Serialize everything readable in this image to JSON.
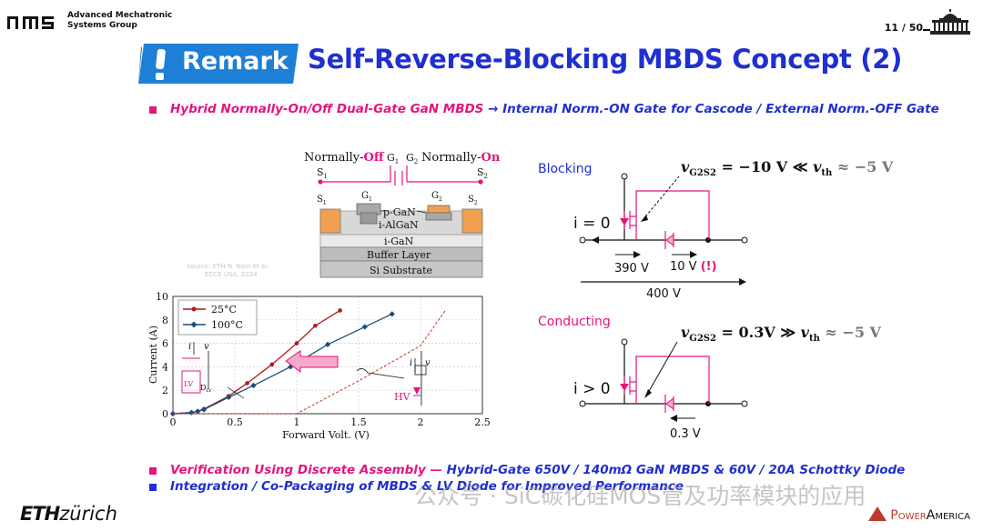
{
  "header": {
    "lab_line1": "Advanced Mechatronic",
    "lab_line2": "Systems Group",
    "page_number": "11 / 50"
  },
  "title": {
    "badge": "Remark",
    "text": "Self-Reverse-Blocking MBDS Concept (2)"
  },
  "subtitle": {
    "part1": "Hybrid Normally-On/Off Dual-Gate GaN MBDS",
    "arrow": "→",
    "part2": "Internal Norm.-ON Gate for Cascode / External Norm.-OFF Gate"
  },
  "cross_section": {
    "normally": "Normally-",
    "off": "Off",
    "on": "On",
    "g1": "G",
    "g1_sub": "1",
    "g2": "G",
    "g2_sub": "2",
    "s1": "S",
    "s1_sub": "1",
    "s2": "S",
    "s2_sub": "2",
    "pgan": "p-GaN",
    "ialgan": "i-AlGaN",
    "igan": "i-GaN",
    "buffer": "Buffer Layer",
    "substrate": "Si Substrate",
    "source_line1": "Source: ETH  N. Nain et al.",
    "source_line2": "ECCE USA, 2024"
  },
  "chart_data": {
    "type": "line",
    "xlabel": "Forward Volt. (V)",
    "ylabel": "Current (A)",
    "xlim": [
      0,
      2.5
    ],
    "ylim": [
      0,
      10
    ],
    "xticks": [
      "0",
      "0.5",
      "1",
      "1.5",
      "2",
      "2.5"
    ],
    "yticks": [
      "0",
      "2",
      "4",
      "6",
      "8",
      "10"
    ],
    "legend": "top-left",
    "series": [
      {
        "name": "25°C",
        "color": "#b01a1a",
        "marker": "circle",
        "x": [
          0.0,
          0.15,
          0.2,
          0.25,
          0.45,
          0.6,
          0.8,
          1.0,
          1.15,
          1.35
        ],
        "y": [
          0.0,
          0.1,
          0.2,
          0.4,
          1.5,
          2.6,
          4.2,
          6.0,
          7.5,
          8.8
        ]
      },
      {
        "name": "100°C",
        "color": "#1c4e7a",
        "marker": "diamond",
        "x": [
          0.0,
          0.15,
          0.2,
          0.25,
          0.45,
          0.65,
          0.95,
          1.25,
          1.55,
          1.77
        ],
        "y": [
          0.0,
          0.1,
          0.2,
          0.35,
          1.4,
          2.4,
          4.0,
          5.9,
          7.4,
          8.5
        ]
      },
      {
        "name": "",
        "color": "#c0392b",
        "dashed": true,
        "x": [
          0.0,
          1.0,
          1.5,
          2.0,
          2.2
        ],
        "y": [
          0.0,
          0.0,
          2.8,
          5.8,
          8.8
        ]
      }
    ],
    "annotations": {
      "i": "i",
      "v": "v",
      "lv": "LV",
      "d": "D",
      "d_sub": "LV",
      "hv": "HV"
    }
  },
  "blocking": {
    "title": "Blocking",
    "eq_left": "v",
    "eq_sub": "G2S2",
    "eq_mid": " = −10 V ≪ ",
    "eq_vth": "v",
    "eq_vth_sub": "th",
    "eq_right": " ≈ −5 V",
    "current": "i = 0",
    "v_switch": "390 V",
    "v_diode": "10 V",
    "warn": "(!)",
    "v_total": "400 V"
  },
  "conducting": {
    "title": "Conducting",
    "eq_left": "v",
    "eq_sub": "G2S2",
    "eq_mid": " = 0.3V ≫ ",
    "eq_vth": "v",
    "eq_vth_sub": "th",
    "eq_right": " ≈ −5 V",
    "current": "i > 0",
    "v_diode": "0.3 V"
  },
  "bottom": {
    "line1_a": "Verification Using Discrete Assembly —",
    "line1_b": "Hybrid-Gate 650V / 140mΩ GaN MBDS & 60V / 20A Schottky Diode",
    "line2": "Integration / Co-Packaging of MBDS & LV Diode for Improved Performance"
  },
  "footer": {
    "eth": "ETH",
    "zurich": "zürich",
    "pa_power": "Power",
    "pa_america": "America",
    "watermark": "公众号 · SiC碳化硅MOS管及功率模块的应用"
  },
  "colors": {
    "accent_blue": "#1f2fd0",
    "accent_pink": "#e5147f",
    "badge_blue": "#1e7fd6"
  }
}
